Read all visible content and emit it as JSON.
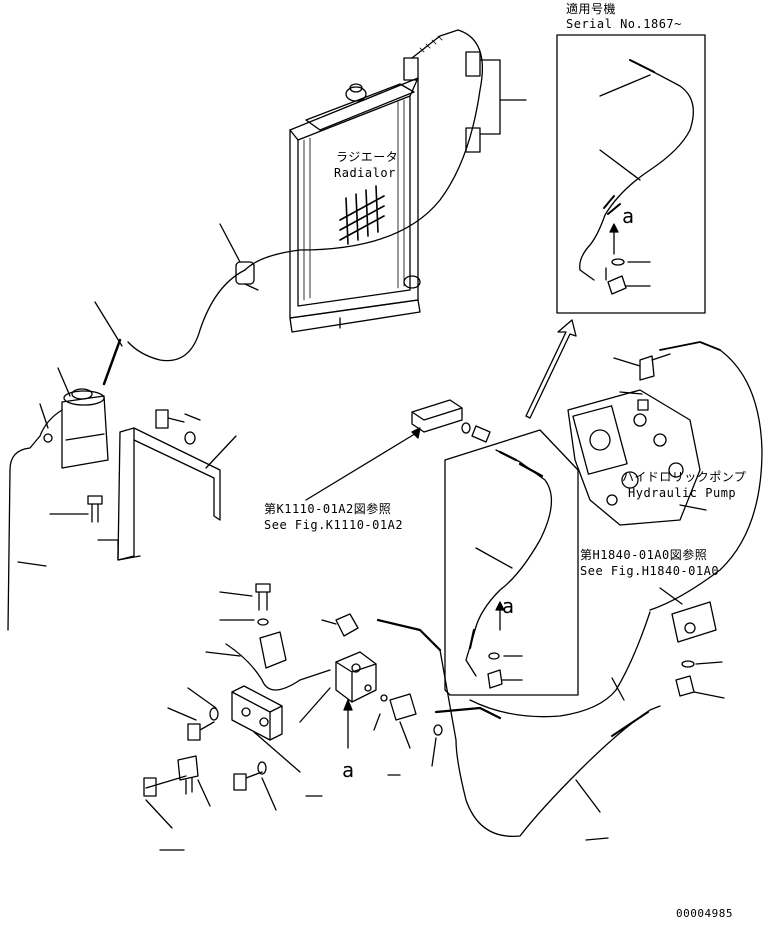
{
  "serial_box": {
    "title_jp": "適用号機",
    "serial": "Serial No.1867~"
  },
  "radiator": {
    "jp": "ラジエータ",
    "en": "Radialor"
  },
  "pump": {
    "jp": "ハイドロリックポンプ",
    "en": "Hydraulic Pump"
  },
  "ref_k1110": {
    "jp": "第K1110-01A2図参照",
    "en": "See Fig.K1110-01A2"
  },
  "ref_h1840": {
    "jp": "第H1840-01A0図参照",
    "en": "See Fig.H1840-01A0"
  },
  "detail_label": "a",
  "drawing_number": "00004985",
  "colors": {
    "line": "#000000",
    "background": "#ffffff"
  }
}
